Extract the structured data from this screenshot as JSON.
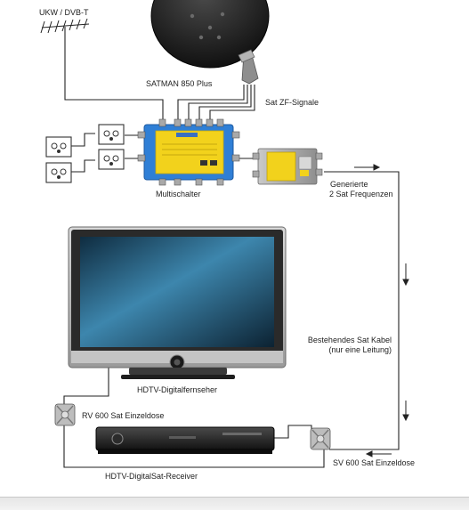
{
  "labels": {
    "antenna_terrestrial": "UKW / DVB-T",
    "dish": "SATMAN 850 Plus",
    "if_signals": "Sat ZF-Signale",
    "multiswitch": "Multischalter",
    "generated_line1": "Generierte",
    "generated_line2": "2 Sat Frequenzen",
    "existing_cable_line1": "Bestehendes Sat Kabel",
    "existing_cable_line2": "(nur eine Leitung)",
    "tv": "HDTV-Digitalfernseher",
    "rv_socket": "RV 600 Sat Einzeldose",
    "sv_socket": "SV 600 Sat Einzeldose",
    "receiver": "HDTV-DigitalSat-Receiver"
  },
  "colors": {
    "line": "#222222",
    "switch_body": "#2f7fd6",
    "switch_panel": "#f2d21c",
    "dish": "#1c1c1c",
    "lnb": "#9a9a9a",
    "screen": "#1b4f6e"
  },
  "icons": [
    "wall-socket-icon",
    "satellite-dish-icon",
    "lnb-icon",
    "antenna-icon",
    "arrow-icon"
  ]
}
